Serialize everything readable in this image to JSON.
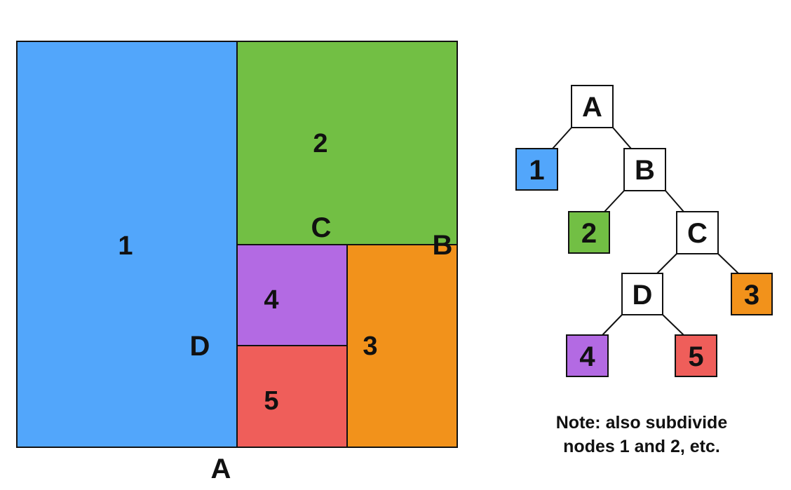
{
  "colors": {
    "region_1": "#52a6fb",
    "region_2": "#72bf44",
    "region_3": "#f2921b",
    "region_4": "#b36ae3",
    "region_5": "#ef5e5a",
    "border": "#111111",
    "internal_node_fill": "#ffffff"
  },
  "partition": {
    "regions": [
      {
        "id": "1",
        "label": "1",
        "color_key": "region_1"
      },
      {
        "id": "2",
        "label": "2",
        "color_key": "region_2"
      },
      {
        "id": "3",
        "label": "3",
        "color_key": "region_3"
      },
      {
        "id": "4",
        "label": "4",
        "color_key": "region_4"
      },
      {
        "id": "5",
        "label": "5",
        "color_key": "region_5"
      }
    ],
    "split_labels": [
      "A",
      "B",
      "C",
      "D"
    ]
  },
  "tree": {
    "nodes": [
      {
        "id": "A",
        "label": "A",
        "kind": "internal"
      },
      {
        "id": "1",
        "label": "1",
        "kind": "leaf",
        "color_key": "region_1"
      },
      {
        "id": "B",
        "label": "B",
        "kind": "internal"
      },
      {
        "id": "2",
        "label": "2",
        "kind": "leaf",
        "color_key": "region_2"
      },
      {
        "id": "C",
        "label": "C",
        "kind": "internal"
      },
      {
        "id": "D",
        "label": "D",
        "kind": "internal"
      },
      {
        "id": "3",
        "label": "3",
        "kind": "leaf",
        "color_key": "region_3"
      },
      {
        "id": "4",
        "label": "4",
        "kind": "leaf",
        "color_key": "region_4"
      },
      {
        "id": "5",
        "label": "5",
        "kind": "leaf",
        "color_key": "region_5"
      }
    ],
    "edges": [
      [
        "A",
        "1"
      ],
      [
        "A",
        "B"
      ],
      [
        "B",
        "2"
      ],
      [
        "B",
        "C"
      ],
      [
        "C",
        "D"
      ],
      [
        "C",
        "3"
      ],
      [
        "D",
        "4"
      ],
      [
        "D",
        "5"
      ]
    ]
  },
  "note": {
    "line1": "Note: also subdivide",
    "line2": "nodes 1 and 2, etc."
  }
}
